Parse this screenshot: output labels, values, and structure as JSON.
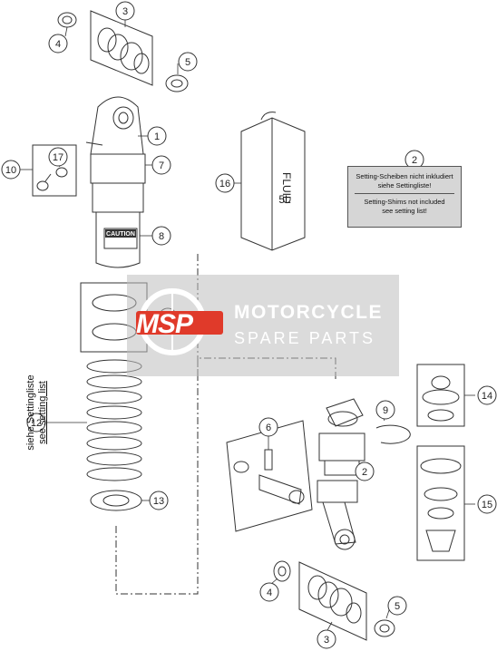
{
  "callouts": [
    {
      "id": "callout-1",
      "label": "1"
    },
    {
      "id": "callout-2-top",
      "label": "2"
    },
    {
      "id": "callout-2",
      "label": "2"
    },
    {
      "id": "callout-3-top",
      "label": "3"
    },
    {
      "id": "callout-3-bottom",
      "label": "3"
    },
    {
      "id": "callout-4-top",
      "label": "4"
    },
    {
      "id": "callout-4-bottom",
      "label": "4"
    },
    {
      "id": "callout-5-top",
      "label": "5"
    },
    {
      "id": "callout-5-bottom",
      "label": "5"
    },
    {
      "id": "callout-6",
      "label": "6"
    },
    {
      "id": "callout-7",
      "label": "7"
    },
    {
      "id": "callout-8",
      "label": "8"
    },
    {
      "id": "callout-9",
      "label": "9"
    },
    {
      "id": "callout-10",
      "label": "10"
    },
    {
      "id": "callout-11",
      "label": "11"
    },
    {
      "id": "callout-12",
      "label": "12"
    },
    {
      "id": "callout-13",
      "label": "13"
    },
    {
      "id": "callout-14",
      "label": "14"
    },
    {
      "id": "callout-15",
      "label": "15"
    },
    {
      "id": "callout-16",
      "label": "16"
    },
    {
      "id": "callout-17",
      "label": "17"
    }
  ],
  "note": {
    "line1": "Setting-Scheiben nicht inkludiert",
    "line2": "siehe Settingliste!",
    "line3": "Setting-Shims not included",
    "line4": "see setting list!"
  },
  "spring_note": {
    "line1": "siehe Settingliste",
    "line2": "see setting list"
  },
  "fluid_can": {
    "line1": "FLUID",
    "line2": "5L"
  },
  "shock_label": "CAUTION",
  "watermark": {
    "logo": "MSP",
    "title": "MOTORCYCLE",
    "subtitle": "SPARE PARTS"
  },
  "colors": {
    "line": "#333333",
    "watermark_red": "#e03a2a"
  }
}
